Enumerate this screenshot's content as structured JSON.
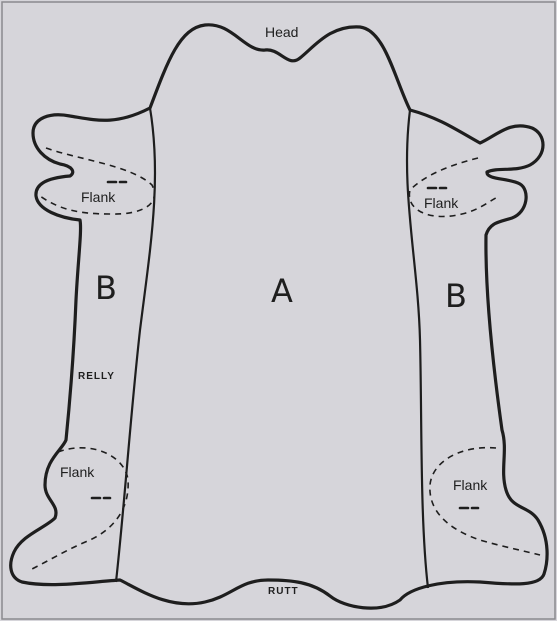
{
  "diagram": {
    "labels": {
      "head": "Head",
      "butt": "RUTT",
      "belly": "RELLY",
      "region_a": "A",
      "region_b_left": "B",
      "region_b_right": "B",
      "flank_upper_left": "Flank",
      "flank_upper_right": "Flank",
      "flank_lower_left": "Flank",
      "flank_lower_right": "Flank"
    },
    "colors": {
      "background": "#d6d5da",
      "outline": "#1e1e1e",
      "frame": "#8a8a8e"
    }
  }
}
